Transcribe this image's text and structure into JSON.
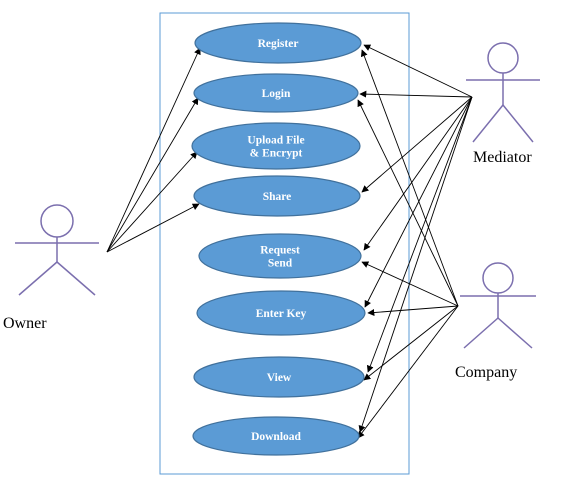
{
  "diagram": {
    "type": "use-case",
    "colors": {
      "usecase_fill": "#5b9bd5",
      "usecase_stroke": "#41719c",
      "boundary_stroke": "#5b9bd5",
      "actor_stroke": "#7b6fae",
      "connector": "#000000"
    },
    "use_cases": [
      {
        "id": "register",
        "lines": [
          "Register"
        ]
      },
      {
        "id": "login",
        "lines": [
          "Login"
        ]
      },
      {
        "id": "upload-file-encrypt",
        "lines": [
          "Upload File",
          "& Encrypt"
        ]
      },
      {
        "id": "share",
        "lines": [
          "Share"
        ]
      },
      {
        "id": "request-send",
        "lines": [
          "Request",
          "Send"
        ]
      },
      {
        "id": "enter-key",
        "lines": [
          "Enter Key"
        ]
      },
      {
        "id": "view",
        "lines": [
          "View"
        ]
      },
      {
        "id": "download",
        "lines": [
          "Download"
        ]
      }
    ],
    "actors": [
      {
        "id": "owner",
        "label": "Owner"
      },
      {
        "id": "mediator",
        "label": "Mediator"
      },
      {
        "id": "company",
        "label": "Company"
      }
    ],
    "associations": [
      {
        "from": "owner",
        "to": "register"
      },
      {
        "from": "owner",
        "to": "login"
      },
      {
        "from": "owner",
        "to": "upload-file-encrypt"
      },
      {
        "from": "owner",
        "to": "share"
      },
      {
        "from": "mediator",
        "to": "register"
      },
      {
        "from": "mediator",
        "to": "login"
      },
      {
        "from": "mediator",
        "to": "share"
      },
      {
        "from": "mediator",
        "to": "request-send"
      },
      {
        "from": "mediator",
        "to": "enter-key"
      },
      {
        "from": "mediator",
        "to": "view"
      },
      {
        "from": "mediator",
        "to": "download"
      },
      {
        "from": "company",
        "to": "register"
      },
      {
        "from": "company",
        "to": "login"
      },
      {
        "from": "company",
        "to": "request-send"
      },
      {
        "from": "company",
        "to": "enter-key"
      },
      {
        "from": "company",
        "to": "view"
      },
      {
        "from": "company",
        "to": "download"
      }
    ]
  }
}
